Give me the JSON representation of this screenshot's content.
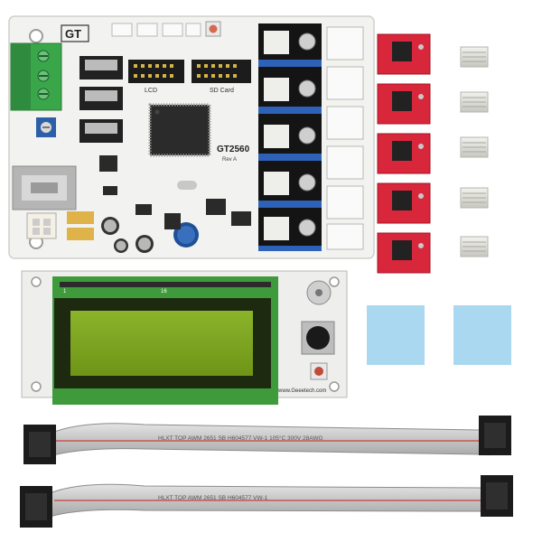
{
  "board": {
    "logo": "GT",
    "model": "GT2560",
    "rev": "Rev A",
    "lcd_label": "LCD",
    "sd_label": "SD Card"
  },
  "display": {
    "pin_label_left": "1",
    "pin_label_right": "16",
    "url": "www.Geeetech.com"
  },
  "cables": {
    "print_1": "HLXT TOP AWM 2651 SB H604577 VW-1 105°C 300V 28AWG",
    "print_2": "HLXT TOP AWM 2651 SB H604577 VW-1"
  },
  "colors": {
    "pcb": "#f2f2f0",
    "driver_red": "#d8263a",
    "lcd_green": "#7ea21f",
    "lcd_frame": "#1d2a10",
    "thermal_pad": "#a9d8f0",
    "heatsink": "#dcdcd6",
    "terminal_green": "#3aa64a",
    "ribbon": "#c9c9c9"
  },
  "counts": {
    "stepper_drivers": 5,
    "heatsinks": 5,
    "thermal_pads": 2,
    "ribbon_cables": 2
  }
}
